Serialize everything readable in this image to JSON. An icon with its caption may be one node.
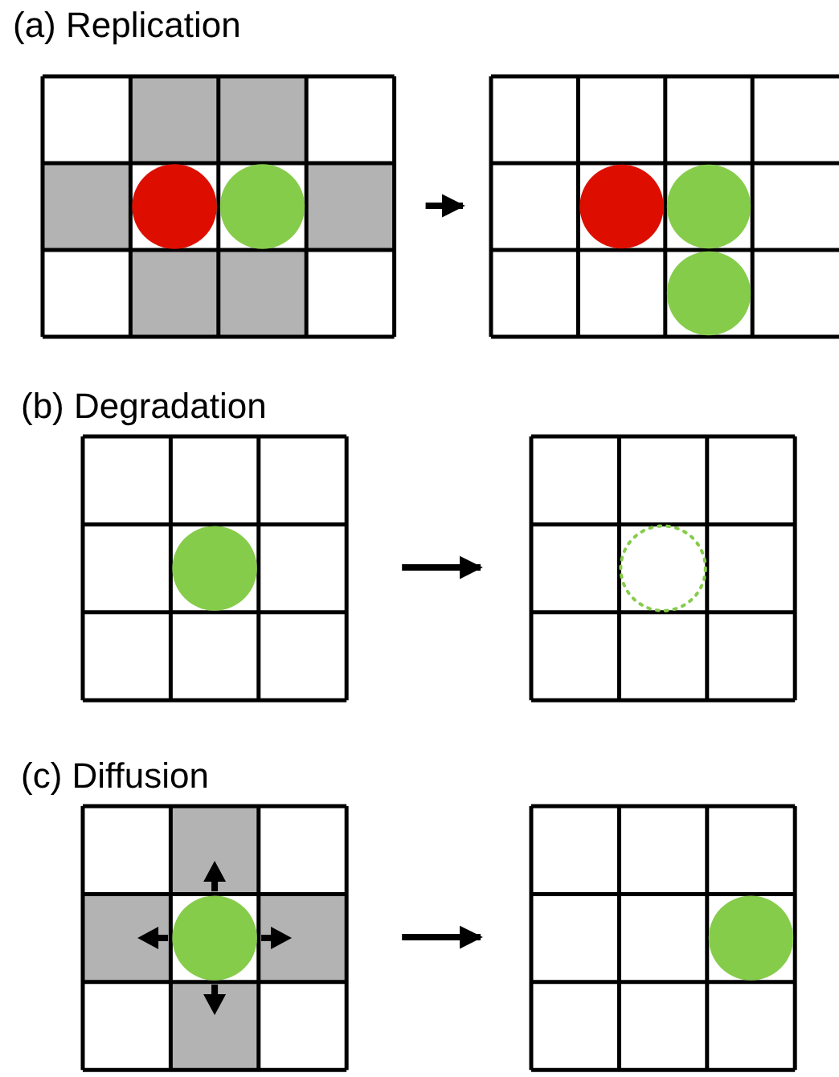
{
  "diagram": {
    "nodes": [
      {
        "text": [],
        "shape": "picture",
        "beside": [
          "(a) Replication"
        ]
      },
      {
        "text": [],
        "shape": "picture"
      },
      {
        "text": [],
        "shape": "picture",
        "beside": [
          "(b) Degradation"
        ]
      },
      {
        "text": [],
        "shape": "picture"
      },
      {
        "text": [],
        "shape": "picture",
        "beside": [
          "(c) Diffusion"
        ]
      },
      {
        "text": [],
        "shape": "picture"
      }
    ],
    "edges": [
      {
        "from": 0,
        "to": 1,
        "arrow": "to"
      },
      {
        "from": 2,
        "to": 3,
        "arrow": "to"
      },
      {
        "from": 4,
        "to": 5,
        "arrow": "to"
      }
    ]
  }
}
